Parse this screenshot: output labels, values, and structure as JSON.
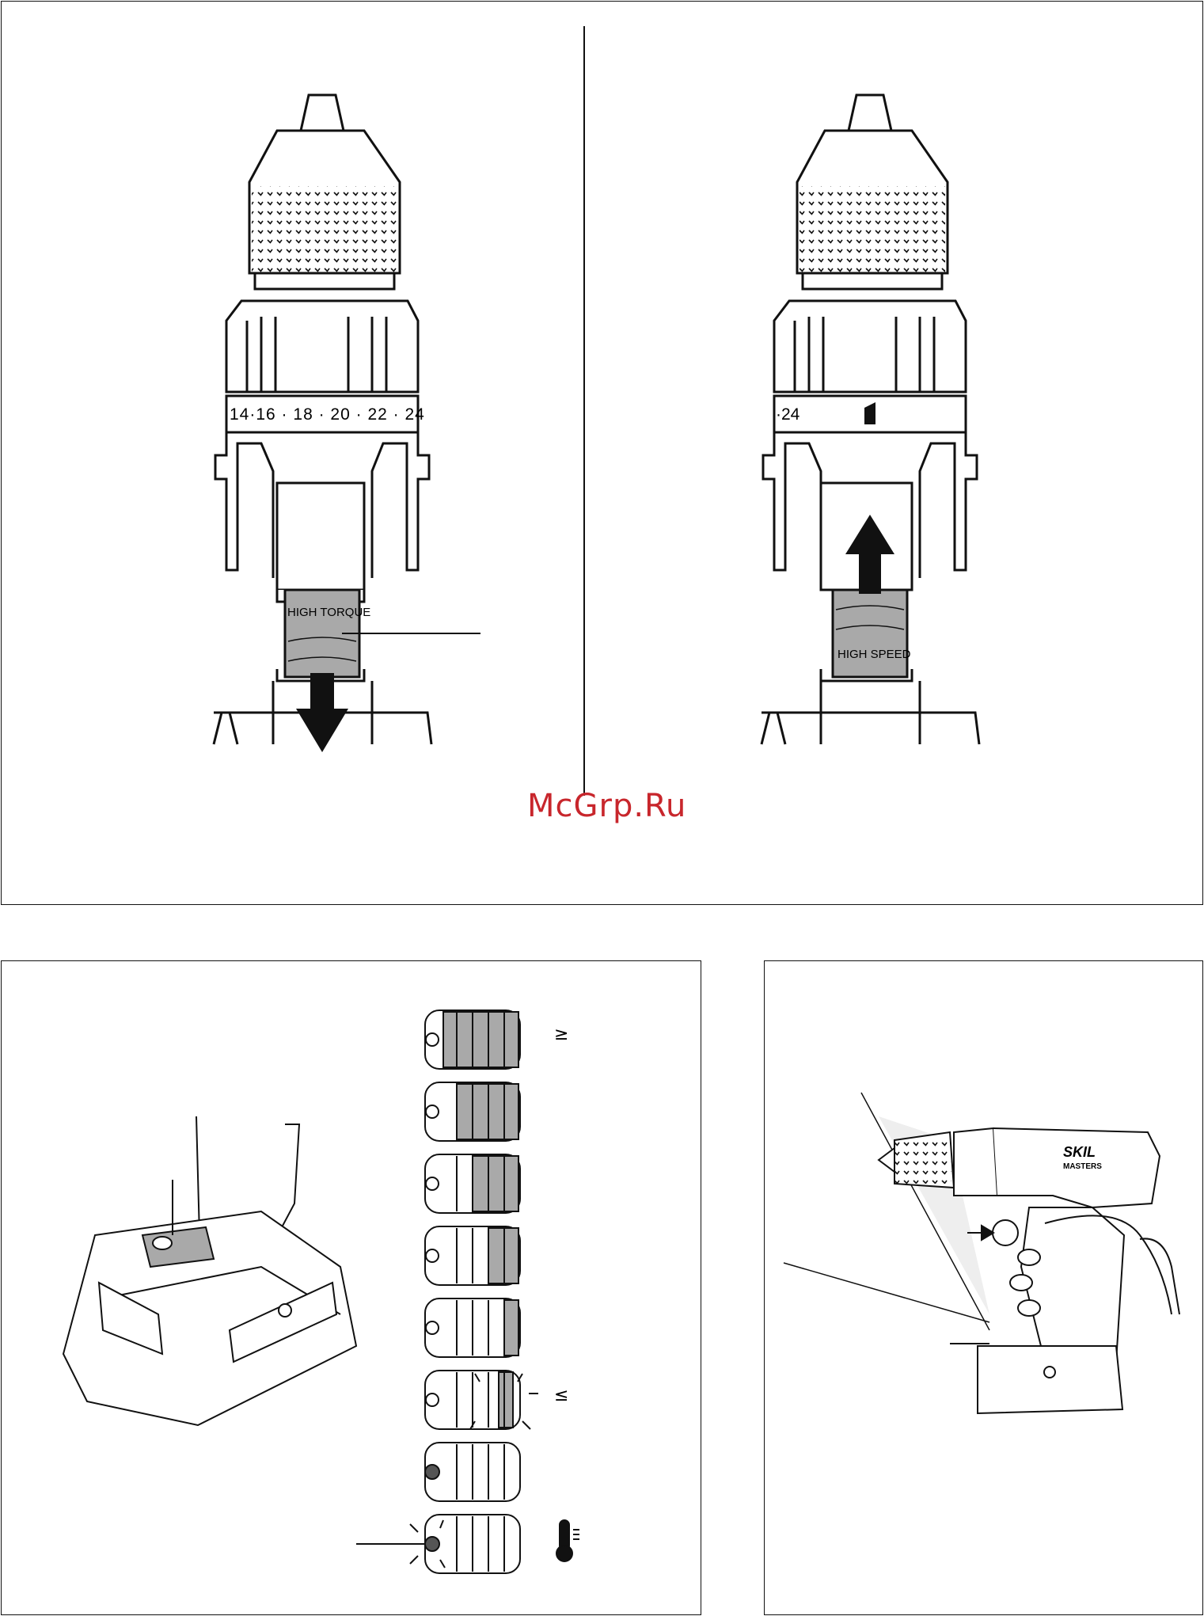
{
  "figure_top": {
    "dial_left": {
      "labels": [
        "14",
        "16",
        "18",
        "20",
        "22",
        "24"
      ]
    },
    "switch_left_label": "HIGH TORQUE",
    "dial_right": {
      "label": "24"
    },
    "switch_right_label": "HIGH SPEED"
  },
  "watermark": "McGrp.Ru",
  "battery_panel": {
    "symbol_first": "≥",
    "symbol_sixth": "≤"
  },
  "drill_brand": {
    "logo": "SKIL",
    "sub": "MASTERS"
  },
  "colors": {
    "line": "#111111",
    "shade": "#a9a9a9",
    "watermark": "#c8262c"
  }
}
